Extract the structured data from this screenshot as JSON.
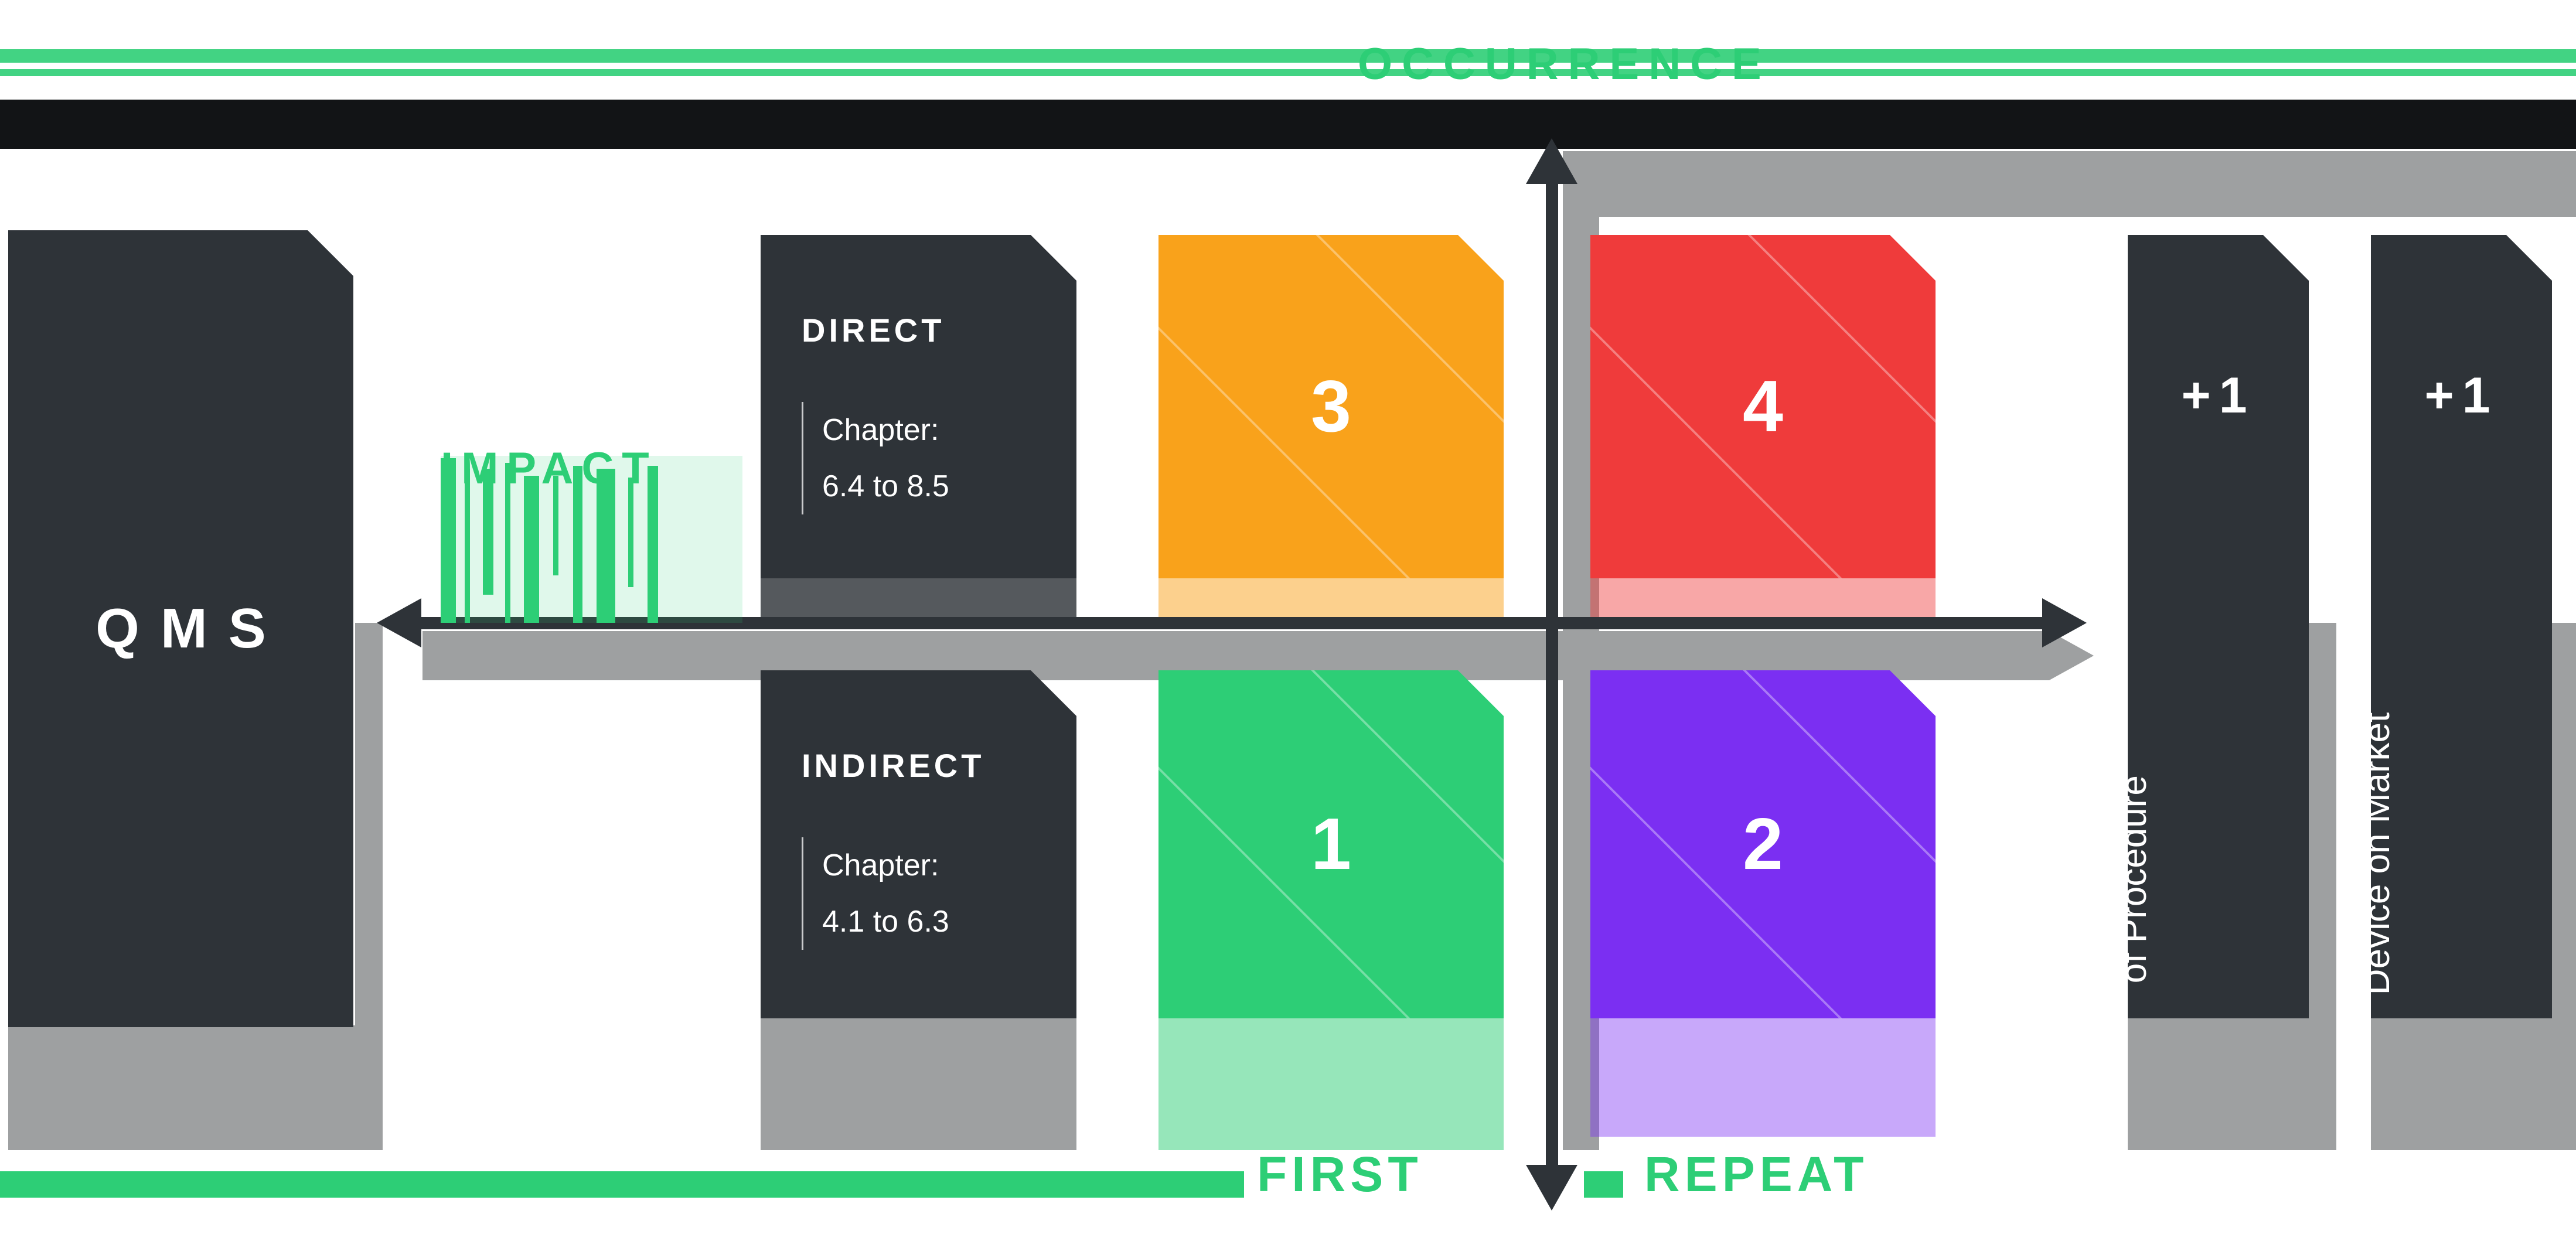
{
  "axis_labels": {
    "top": "OCCURRENCE",
    "left": "IMPACT",
    "bottom_left": "FIRST",
    "bottom_right": "REPEAT"
  },
  "qms": {
    "label": "QMS"
  },
  "impact_levels": {
    "direct": {
      "title": "DIRECT",
      "chapter_label": "Chapter:",
      "chapter_range": "6.4 to 8.5"
    },
    "indirect": {
      "title": "INDIRECT",
      "chapter_label": "Chapter:",
      "chapter_range": "4.1 to 6.3"
    }
  },
  "quadrants": [
    {
      "value": "1",
      "name": "first-indirect",
      "color": "#2DCE76"
    },
    {
      "value": "2",
      "name": "repeat-indirect",
      "color": "#7B2FF2"
    },
    {
      "value": "3",
      "name": "first-direct",
      "color": "#F9A21B"
    },
    {
      "value": "4",
      "name": "repeat-direct",
      "color": "#EF3B3B"
    }
  ],
  "modifiers": [
    {
      "value": "+1",
      "label": "Absence\nof Procedure"
    },
    {
      "value": "+1",
      "label": "Led to non-conform\nDevice on Market"
    }
  ],
  "colors": {
    "green": "#2DCE76",
    "orange": "#F9A21B",
    "red": "#EF3B3B",
    "purple": "#7B2FF2",
    "dark": "#2E3338",
    "gray": "#9EA0A1",
    "top_bar": "#121416"
  }
}
